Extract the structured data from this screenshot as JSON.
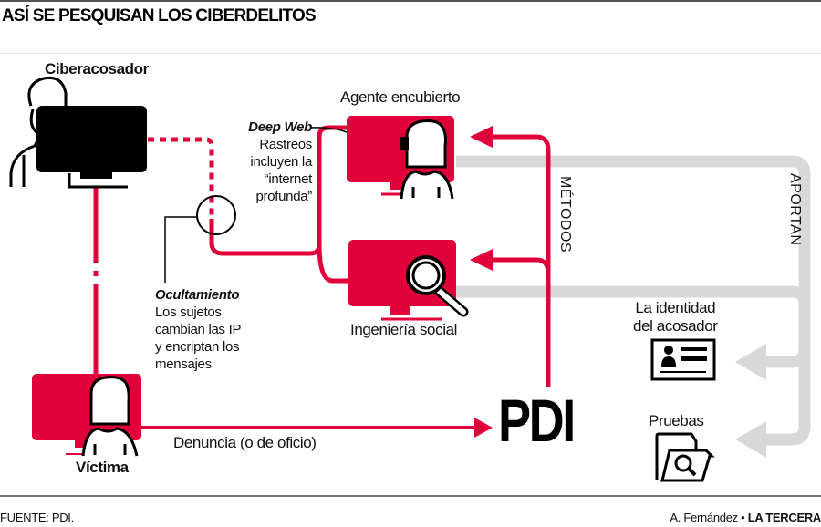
{
  "title": "ASÍ SE PESQUISAN LOS CIBERDELITOS",
  "actors": {
    "cyberbully": "Ciberacosador",
    "victim": "Víctima",
    "undercover_agent": "Agente encubierto",
    "social_engineering": "Ingeniería social",
    "pdi": "PDI"
  },
  "notes": {
    "deep_web": {
      "heading": "Deep Web",
      "lines": [
        "Rastreos",
        "incluyen la",
        "“internet",
        "profunda”"
      ]
    },
    "concealment": {
      "heading": "Ocultamiento",
      "lines": [
        "Los sujetos",
        "cambian las IP",
        "y encriptan los",
        "mensajes"
      ]
    }
  },
  "flows": {
    "report": "Denuncia (o de oficio)",
    "methods": "MÉTODOS",
    "provide": "APORTAN"
  },
  "outputs": {
    "identity_line1": "La identidad",
    "identity_line2": "del acosador",
    "evidence": "Pruebas"
  },
  "footer": {
    "source": "FUENTE: PDI.",
    "author": "A. Fernández •",
    "publication": "LA TERCERA"
  },
  "colors": {
    "accent": "#e0003a",
    "gray_flow": "#d8d8d8",
    "ink": "#000000"
  }
}
